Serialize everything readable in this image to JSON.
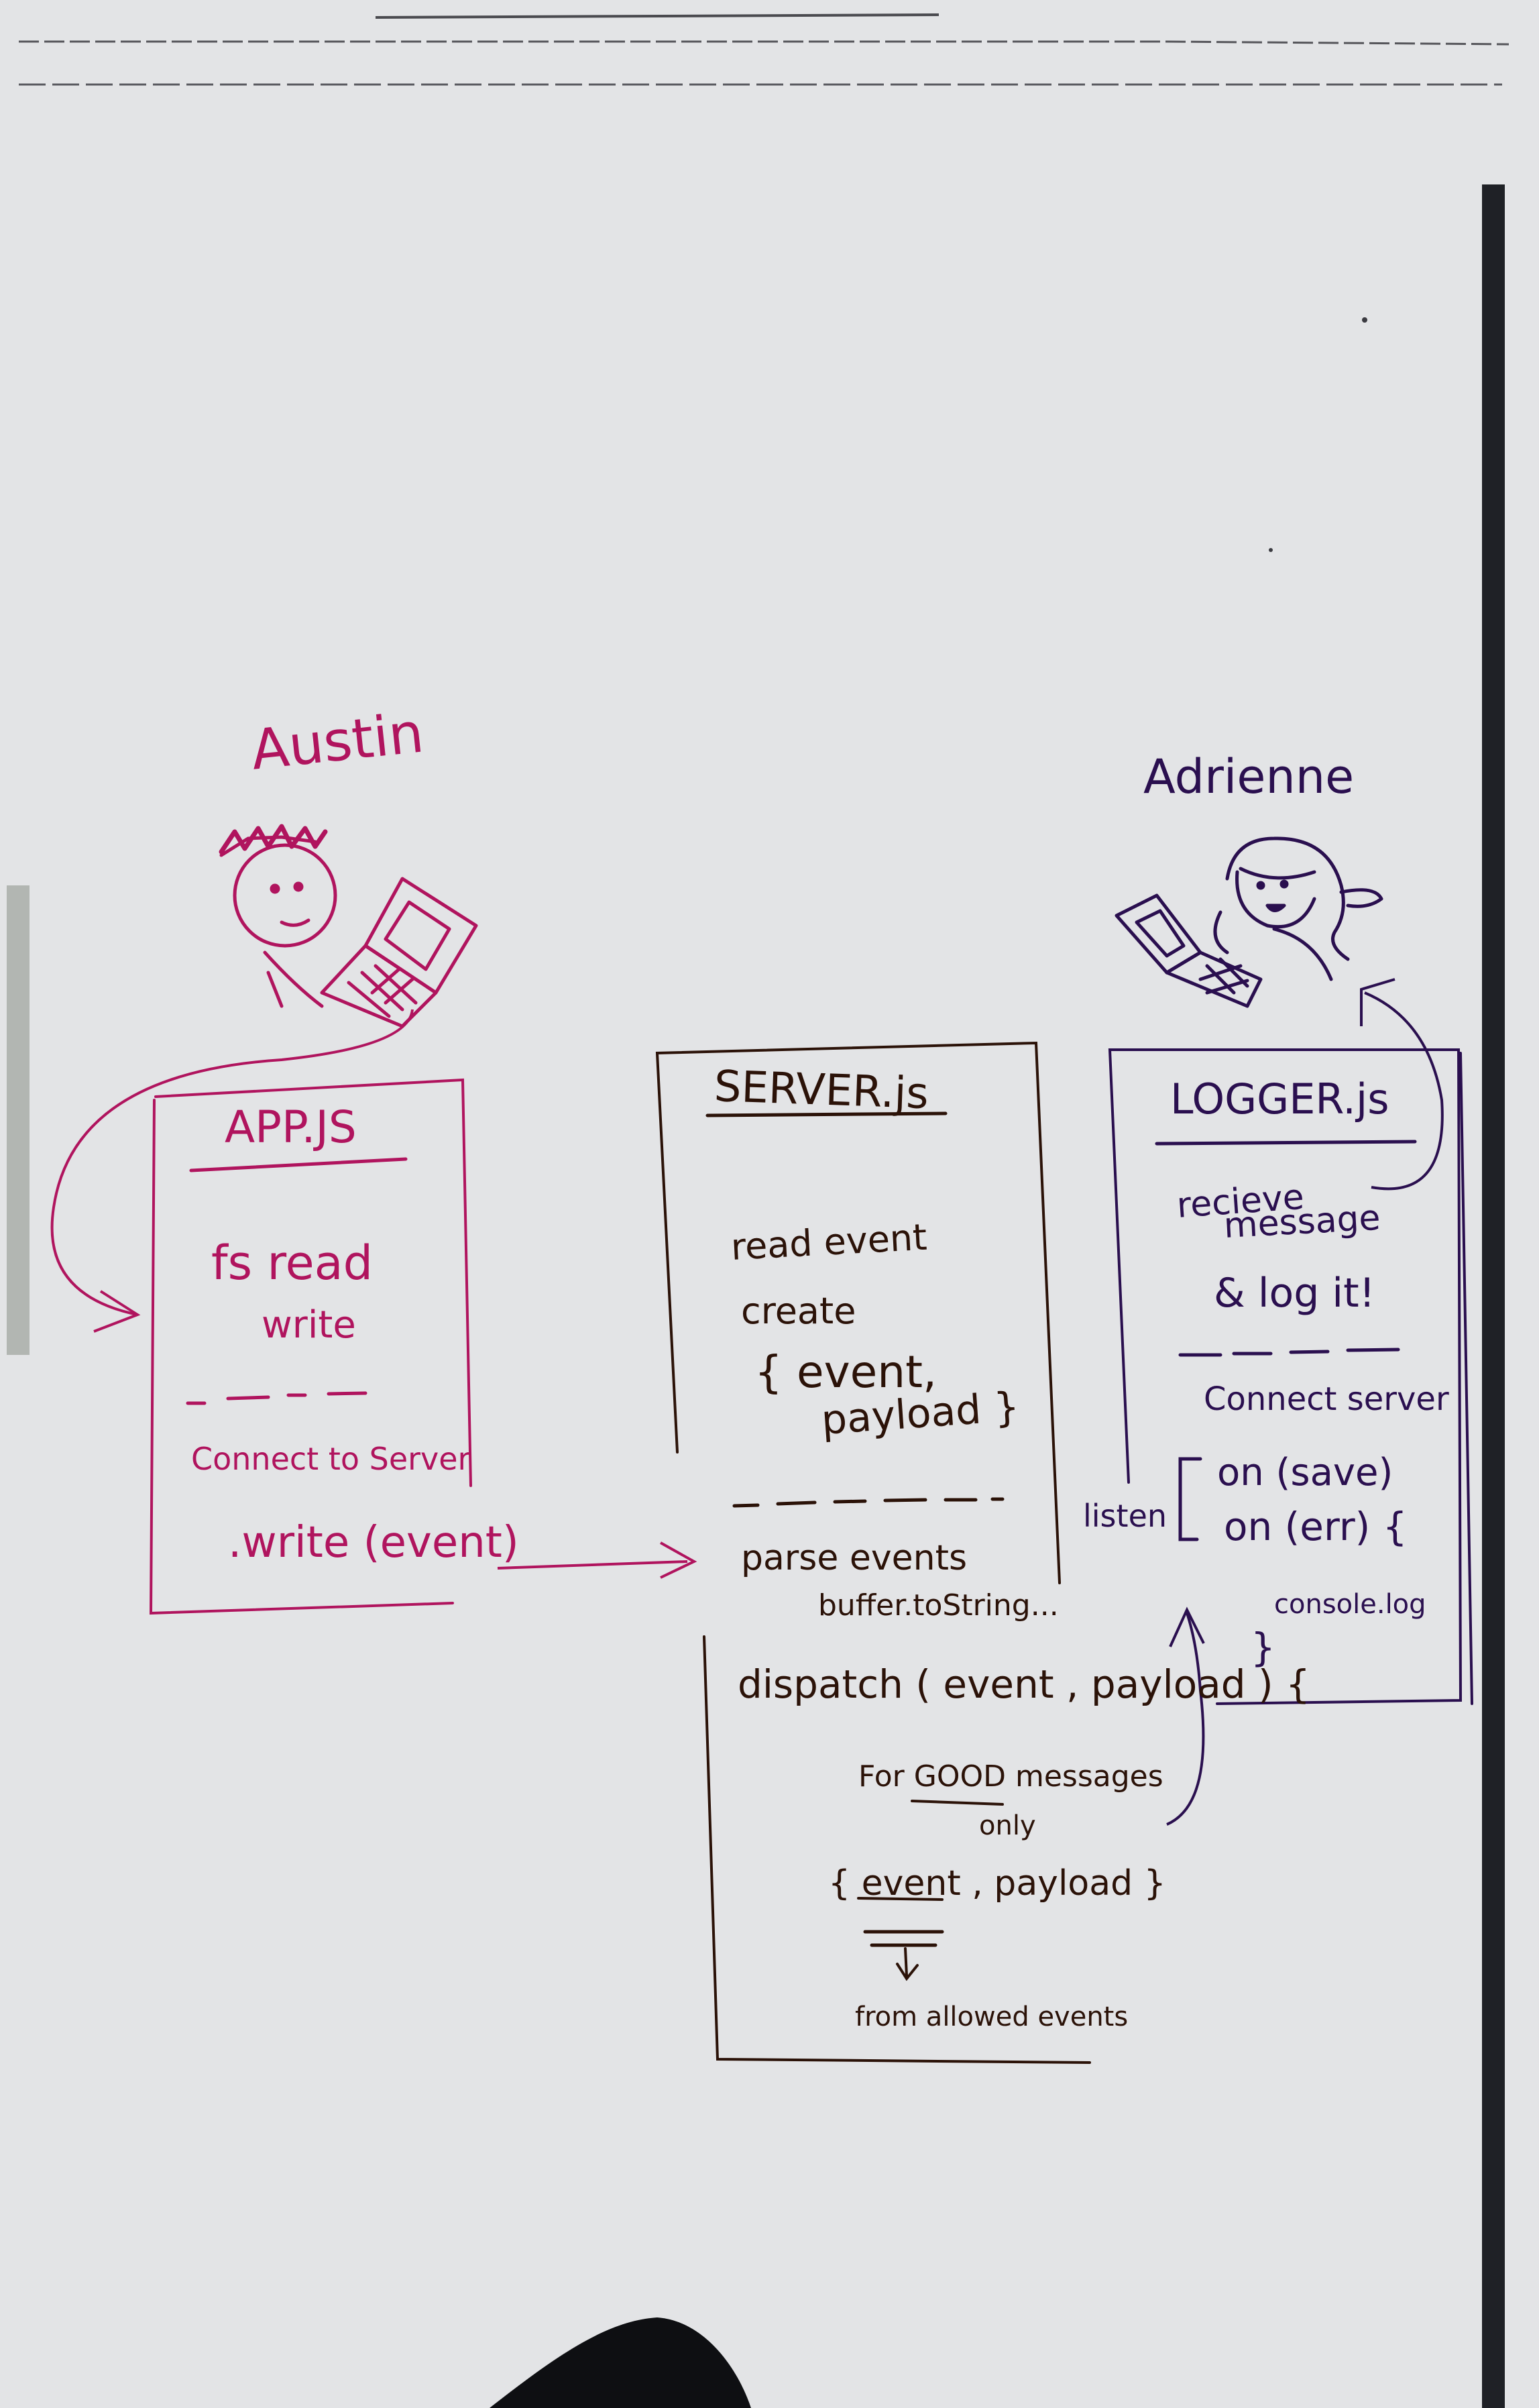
{
  "colors": {
    "background": "#e3e4e6",
    "magenta": "#b0145e",
    "brown": "#2b1208",
    "purple": "#2a0f4f",
    "frame": "#1f2126"
  },
  "people": {
    "austin": {
      "name": "Austin",
      "icon": "person-with-laptop-icon"
    },
    "adrienne": {
      "name": "Adrienne",
      "icon": "person-with-laptop-icon"
    }
  },
  "app_box": {
    "title": "APP.JS",
    "line1": "fs read",
    "line2": "write",
    "line3": "Connect to Server",
    "line4": ".write (event)"
  },
  "server_box": {
    "title": "SERVER.js",
    "line1": "read event",
    "line2": "create",
    "line3": "{ event,",
    "line4": "payload }",
    "line5": "parse events",
    "line6": "buffer.toString...",
    "line7": "dispatch ( event , payload ) {",
    "line8": "For GOOD messages",
    "line9": "only",
    "line10": "{ event , payload }",
    "line11": "from allowed events"
  },
  "logger_box": {
    "title": "LOGGER.js",
    "line1": "recieve",
    "line2": "message",
    "line3": "& log it!",
    "line4": "Connect server",
    "line5": "on (save)",
    "line6": "on (err) {",
    "line7": "console.log",
    "line8": "}",
    "side_label": "listen"
  }
}
